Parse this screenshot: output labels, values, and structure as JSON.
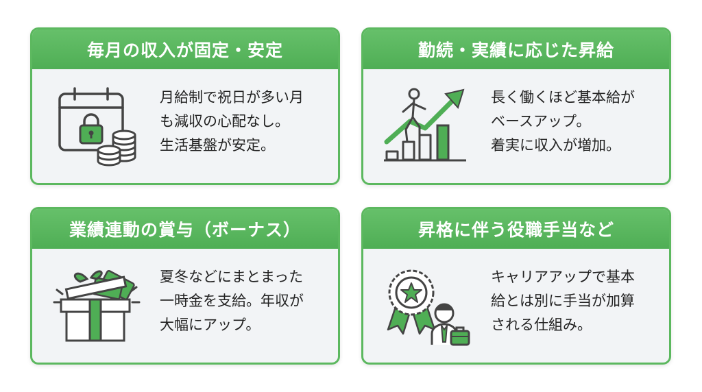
{
  "colors": {
    "accent": "#4fae55",
    "icon_stroke": "#444444",
    "card_bg": "#f2f4f6"
  },
  "cards": [
    {
      "title": "毎月の収入が固定・安定",
      "body": "月給制で祝日が多い月\nも減収の心配なし。\n生活基盤が安定。",
      "icon": "calendar-lock-coins-icon"
    },
    {
      "title": "勤続・実績に応じた昇給",
      "body": "長く働くほど基本給が\nベースアップ。\n着実に収入が増加。",
      "icon": "climbing-growth-chart-icon"
    },
    {
      "title": "業績連動の賞与（ボーナス）",
      "body": "夏冬などにまとまった\n一時金を支給。年収が\n大幅にアップ。",
      "icon": "gift-box-money-icon"
    },
    {
      "title": "昇格に伴う役職手当など",
      "body": "キャリアアップで基本\n給とは別に手当が加算\nされる仕組み。",
      "icon": "award-badge-businessman-icon"
    }
  ]
}
